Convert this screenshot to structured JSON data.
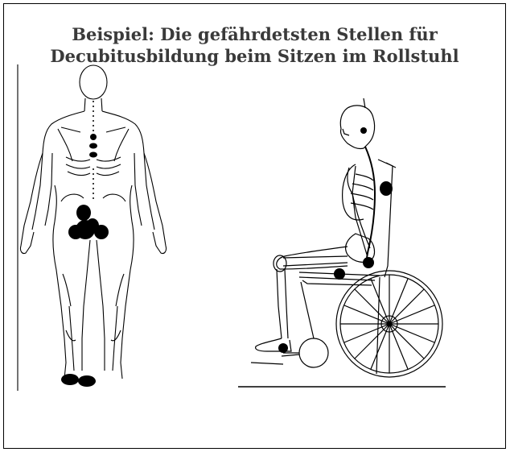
{
  "title": {
    "line1": "Beispiel: Die gefährdetsten Stellen für",
    "line2": "Decubitusbildung beim Sitzen im Rollstuhl"
  },
  "colors": {
    "ink": "#000000",
    "title_text": "#3a3a3a",
    "background": "#ffffff"
  },
  "figures": {
    "back_view": {
      "icon": "human-body-back-view",
      "pressure_points": 10
    },
    "side_view": {
      "icon": "seated-skeleton-in-wheelchair",
      "pressure_points": 5
    }
  }
}
